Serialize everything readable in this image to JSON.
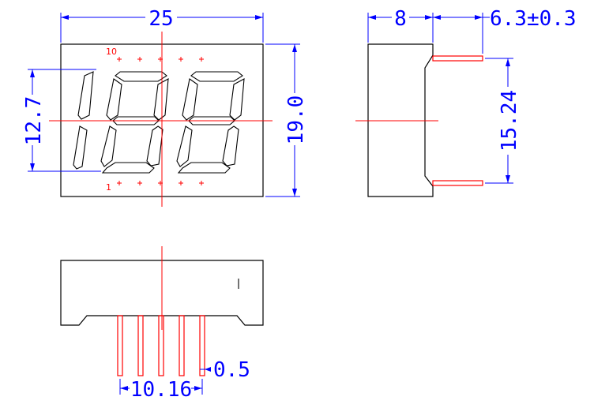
{
  "front_view": {
    "width_label": "25",
    "height_label": "19.0",
    "digit_height_label": "12.7",
    "pin_top_label": "10",
    "pin_bottom_label": "1"
  },
  "side_view": {
    "depth_label": "8",
    "pin_length_label": "6.3±0.3",
    "row_spacing_label": "15.24"
  },
  "bottom_view": {
    "pin_span_label": "10.16",
    "pin_width_label": "0.5"
  },
  "colors": {
    "outline": "#000000",
    "dimension": "#0000ff",
    "centerline": "#ff0000"
  }
}
